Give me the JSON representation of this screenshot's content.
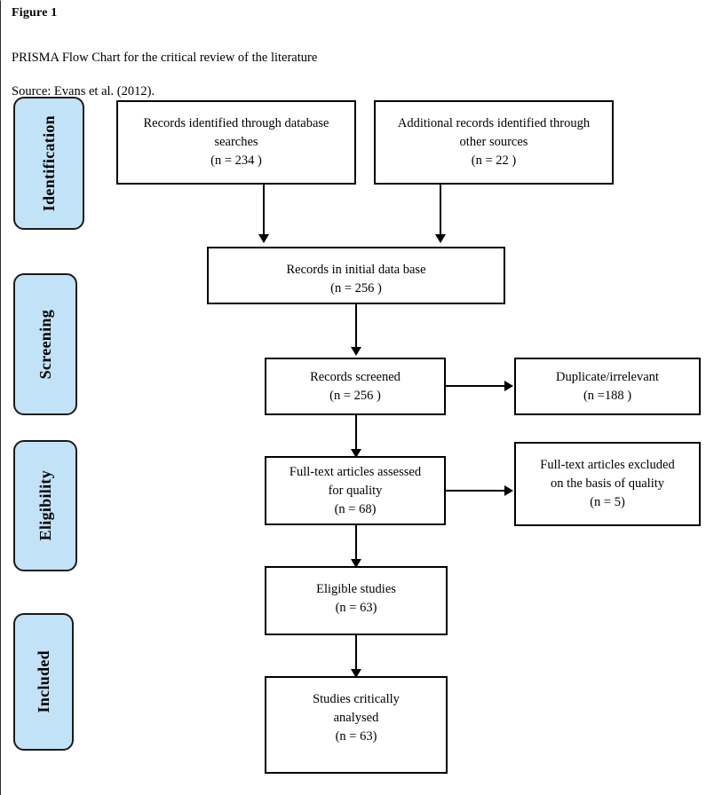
{
  "figure": {
    "label": "Figure 1",
    "caption_line1": "PRISMA Flow Chart for the critical review of the literature",
    "caption_line2": "Source: Evans et al. (2012)."
  },
  "colors": {
    "stage_fill": "#c2e2f7",
    "stage_border": "#1a1a1a",
    "node_border": "#000000",
    "background": "#ffffff",
    "text": "#000000"
  },
  "stages": [
    {
      "id": "identification",
      "label": "Identification"
    },
    {
      "id": "screening",
      "label": "Screening"
    },
    {
      "id": "eligibility",
      "label": "Eligibility"
    },
    {
      "id": "included",
      "label": "Included"
    }
  ],
  "chart_data": {
    "type": "diagram",
    "title": "PRISMA Flow Chart for the critical review of the literature",
    "nodes": [
      {
        "id": "records-identified-database",
        "stage": "identification",
        "text": "Records identified through database\nsearches\n(n =  234 )",
        "count": 234
      },
      {
        "id": "additional-records-other-sources",
        "stage": "identification",
        "text": "Additional records identified through\nother sources\n(n =  22 )",
        "count": 22
      },
      {
        "id": "records-initial-database",
        "stage": "identification",
        "text": "Records in initial data base\n(n =  256 )",
        "count": 256
      },
      {
        "id": "records-screened",
        "stage": "screening",
        "text": "Records screened\n(n = 256 )",
        "count": 256
      },
      {
        "id": "duplicate-irrelevant",
        "stage": "screening",
        "text": "Duplicate/irrelevant\n(n =188 )",
        "count": 188
      },
      {
        "id": "fulltext-assessed",
        "stage": "eligibility",
        "text": "Full-text articles assessed\nfor quality\n(n =  68)",
        "count": 68
      },
      {
        "id": "fulltext-excluded",
        "stage": "eligibility",
        "text": "Full-text articles excluded\non the basis of quality\n(n = 5)",
        "count": 5
      },
      {
        "id": "eligible-studies",
        "stage": "eligibility",
        "text": "Eligible studies\n(n =  63)",
        "count": 63
      },
      {
        "id": "studies-critically-analysed",
        "stage": "included",
        "text": "Studies critically\nanalysed\n(n = 63)",
        "count": 63
      }
    ],
    "edges": [
      {
        "from": "records-identified-database",
        "to": "records-initial-database",
        "direction": "down"
      },
      {
        "from": "additional-records-other-sources",
        "to": "records-initial-database",
        "direction": "down"
      },
      {
        "from": "records-initial-database",
        "to": "records-screened",
        "direction": "down"
      },
      {
        "from": "records-screened",
        "to": "duplicate-irrelevant",
        "direction": "right"
      },
      {
        "from": "records-screened",
        "to": "fulltext-assessed",
        "direction": "down"
      },
      {
        "from": "fulltext-assessed",
        "to": "fulltext-excluded",
        "direction": "right"
      },
      {
        "from": "fulltext-assessed",
        "to": "eligible-studies",
        "direction": "down"
      },
      {
        "from": "eligible-studies",
        "to": "studies-critically-analysed",
        "direction": "down"
      }
    ]
  }
}
